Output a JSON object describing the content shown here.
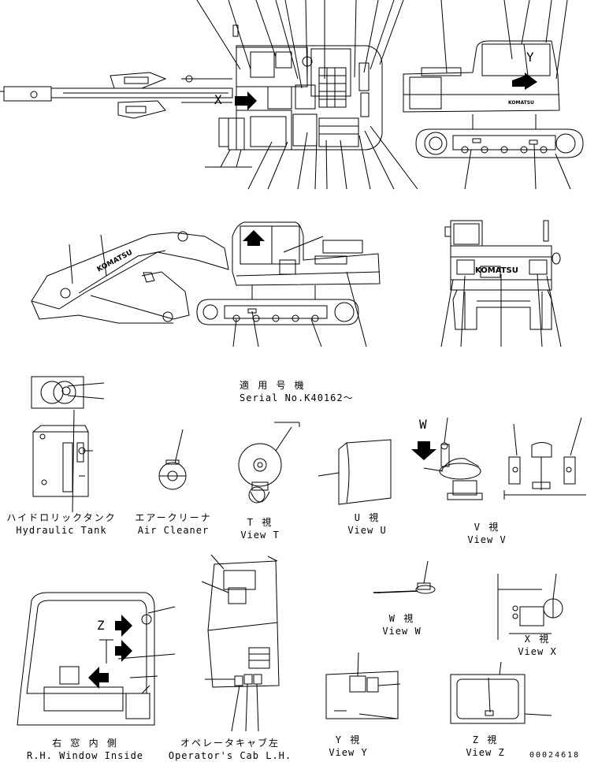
{
  "serial": {
    "jp": "適 用 号 機",
    "en": "Serial No.K40162～"
  },
  "views": {
    "hydraulic_tank": {
      "jp": "ハイドロリックタンク",
      "en": "Hydraulic Tank"
    },
    "air_cleaner": {
      "jp": "エアークリーナ",
      "en": "Air Cleaner"
    },
    "view_t": {
      "jp": "T 視",
      "en": "View T"
    },
    "view_u": {
      "jp": "U 視",
      "en": "View U"
    },
    "view_v": {
      "jp": "V 視",
      "en": "View V"
    },
    "view_w": {
      "jp": "W 視",
      "en": "View W"
    },
    "view_x": {
      "jp": "X 視",
      "en": "View X"
    },
    "rh_window": {
      "jp": "右 窓 内 側",
      "en": "R.H. Window Inside"
    },
    "operator_cab": {
      "jp": "オペレータキャブ左",
      "en": "Operator's Cab L.H."
    },
    "view_y": {
      "jp": "Y 視",
      "en": "View Y"
    },
    "view_z": {
      "jp": "Z 視",
      "en": "View Z"
    }
  },
  "letters": {
    "x": "X",
    "y": "Y",
    "w": "W",
    "z": "Z"
  },
  "brand": "KOMATSU",
  "drawing_number": "00024618"
}
